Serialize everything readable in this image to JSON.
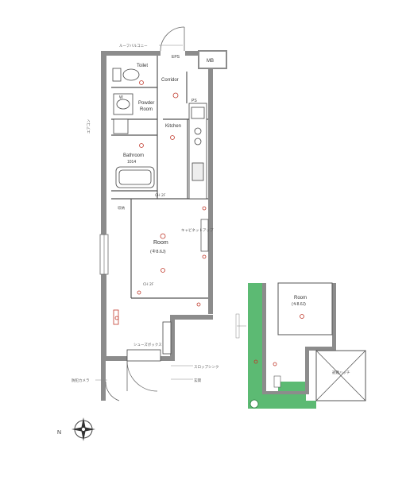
{
  "rooms": {
    "toilet": "Toilet",
    "corridor": "Corridor",
    "powder_room_line1": "Powder",
    "powder_room_line2": "Room",
    "kitchen": "Kitchen",
    "bathroom_line1": "Bathroom",
    "bathroom_line2": "1014",
    "room_name": "Room",
    "room_size": "(キ8.6J)",
    "inset_room_name": "Room",
    "inset_room_size": "(キ8.6J)"
  },
  "markers": {
    "eps": "EPS",
    "mb": "MB",
    "ps": "PS",
    "wm": "W"
  },
  "notes": {
    "top_left": "ルーフバルコニー",
    "storage": "収納",
    "left_side": "エアコン",
    "room_dim": "キャビネットアップ",
    "entrance1": "シューズボックス",
    "entrance2": "スロップシンク",
    "entrance3": "玄関",
    "bottom_left": "防犯カメラ",
    "ceiling1": "CH 2F",
    "ceiling2": "CH 2F",
    "inset_label": "避難ハッチ"
  },
  "compass": {
    "north": "N"
  }
}
